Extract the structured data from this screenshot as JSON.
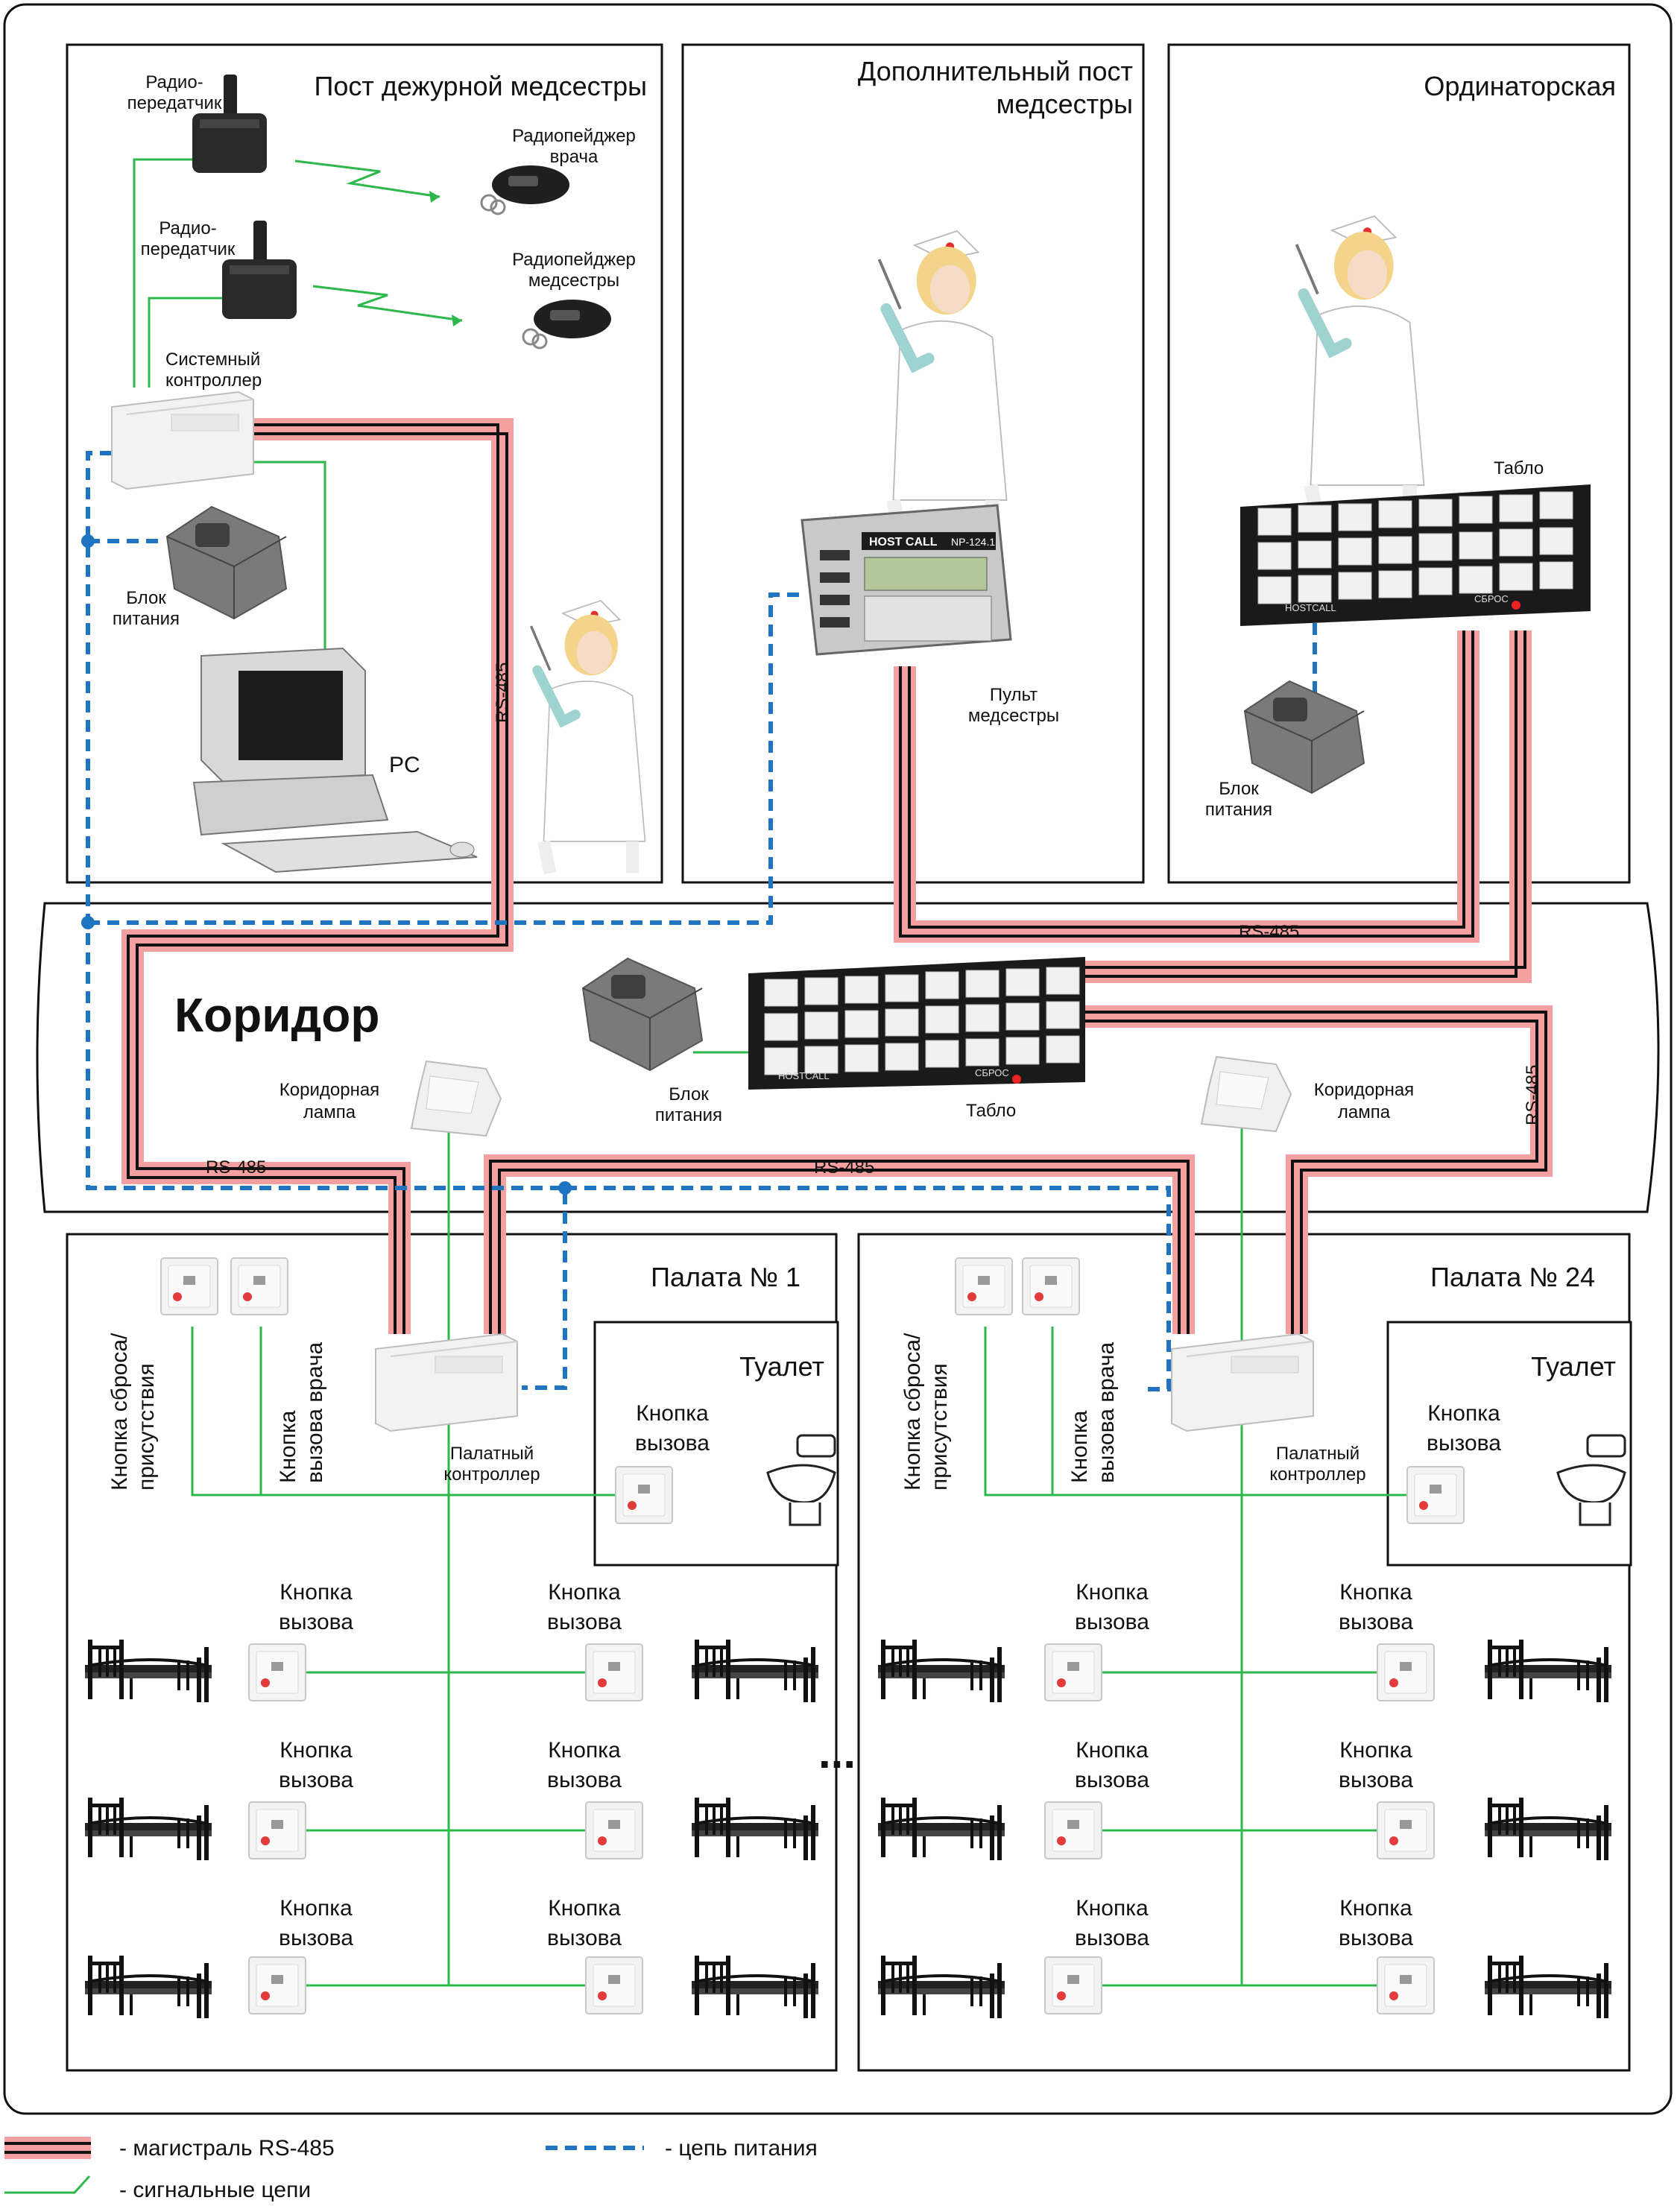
{
  "rooms": {
    "nurse_post": "Пост дежурной медсестры",
    "extra_post_line1": "Дополнительный пост",
    "extra_post_line2": "медсестры",
    "doctors_room": "Ординаторская",
    "corridor": "Коридор",
    "ward1": "Палата № 1",
    "ward24": "Палата № 24",
    "toilet": "Туалет",
    "ellipsis": "..."
  },
  "devices": {
    "radio_tx_line1": "Радио-",
    "radio_tx_line2": "передатчик",
    "pager_doctor_line1": "Радиопейджер",
    "pager_doctor_line2": "врача",
    "pager_nurse_line1": "Радиопейджер",
    "pager_nurse_line2": "медсестры",
    "system_ctrl_line1": "Системный",
    "system_ctrl_line2": "контроллер",
    "psu_line1": "Блок",
    "psu_line2": "питания",
    "pc": "PC",
    "nurse_console_line1": "Пульт",
    "nurse_console_line2": "медсестры",
    "display_board": "Табло",
    "corridor_lamp_line1": "Коридорная",
    "corridor_lamp_line2": "лампа",
    "ward_ctrl_line1": "Палатный",
    "ward_ctrl_line2": "контроллер",
    "call_btn_line1": "Кнопка",
    "call_btn_line2": "вызова",
    "reset_btn_line1": "Кнопка сброса/",
    "reset_btn_line2": "присутствия",
    "doctor_call_line1": "Кнопка",
    "doctor_call_line2": "вызова врача",
    "console_brand": "HOST CALL",
    "console_model": "NP-124.1",
    "board_brand": "HOSTCALL",
    "board_reset": "СБРОС",
    "bus_label": "RS-485"
  },
  "legend": {
    "rs485": "- магистраль RS-485",
    "signal": "- сигнальные цепи",
    "power": "- цепь питания"
  },
  "colors": {
    "rs485_glow": "#f4a0a0",
    "rs485_core": "#111111",
    "signal": "#2db84b",
    "power": "#1f74c2",
    "border": "#111111"
  }
}
